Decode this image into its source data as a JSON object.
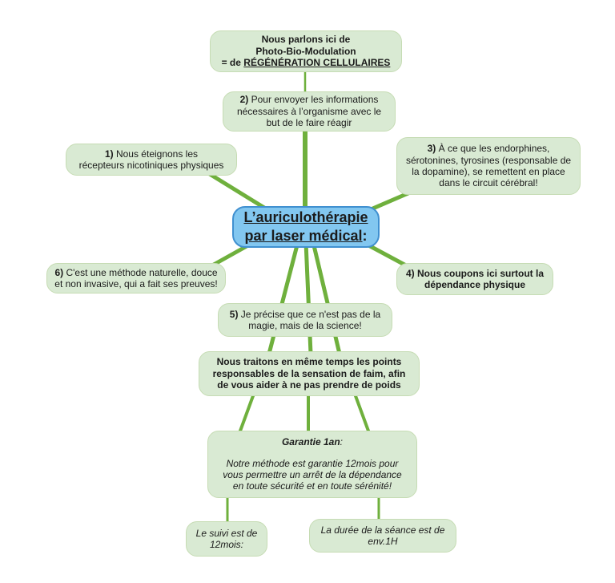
{
  "colors": {
    "node_fill": "#d9ead3",
    "node_border": "#c6dcb4",
    "central_fill": "#82c7f0",
    "central_border": "#4090d0",
    "connector": "#6fb03d",
    "text": "#1b1b1b"
  },
  "diagram": {
    "central": {
      "line1": "L’auriculothérapie",
      "line2": "par laser médical",
      "colon": ":"
    },
    "intro": {
      "line1": "Nous parlons ici de",
      "line2": "Photo-Bio-Modulation",
      "line3_prefix": "= de ",
      "line3_underline": "RÉGÉNÉRATION CELLULAIRES"
    },
    "step1": {
      "num": "1)",
      "line1": " Nous éteignons les",
      "line2": "récepteurs nicotiniques physiques"
    },
    "step2": {
      "num": "2)",
      "line1": " Pour envoyer les informations",
      "line2": "nécessaires à l’organisme avec le",
      "line3": "but de le faire réagir"
    },
    "step3": {
      "num": "3)",
      "line1": " À ce que les endorphines,",
      "line2": "sérotonines, tyrosines (responsable de",
      "line3": "la dopamine), se remettent en place",
      "line4": "dans le circuit cérébral!"
    },
    "step4": {
      "num": "4)",
      "line1": " Nous coupons ici surtout la",
      "line2": "dépendance physique"
    },
    "step5": {
      "num": "5)",
      "line1": " Je précise que ce n'est pas de la",
      "line2": "magie, mais de la science!"
    },
    "step6": {
      "num": "6)",
      "line1": " C'est une méthode naturelle, douce",
      "line2": "et non invasive, qui a fait ses preuves!"
    },
    "hunger": {
      "line1": "Nous traitons en même temps les points",
      "line2": "responsables de la sensation de faim, afin",
      "line3": "de vous aider à ne pas prendre de poids"
    },
    "garantie": {
      "title": "Garantie 1an",
      "title_colon": ":",
      "line1": "Notre méthode est garantie 12mois pour",
      "line2": "vous permettre un arrêt de la dépendance",
      "line3": "en toute sécurité et en toute sérénité!"
    },
    "suivi": {
      "line1": "Le suivi est de",
      "line2": "12mois:"
    },
    "duree": {
      "line1": "La durée de la séance est de",
      "line2": "env.1H"
    }
  }
}
